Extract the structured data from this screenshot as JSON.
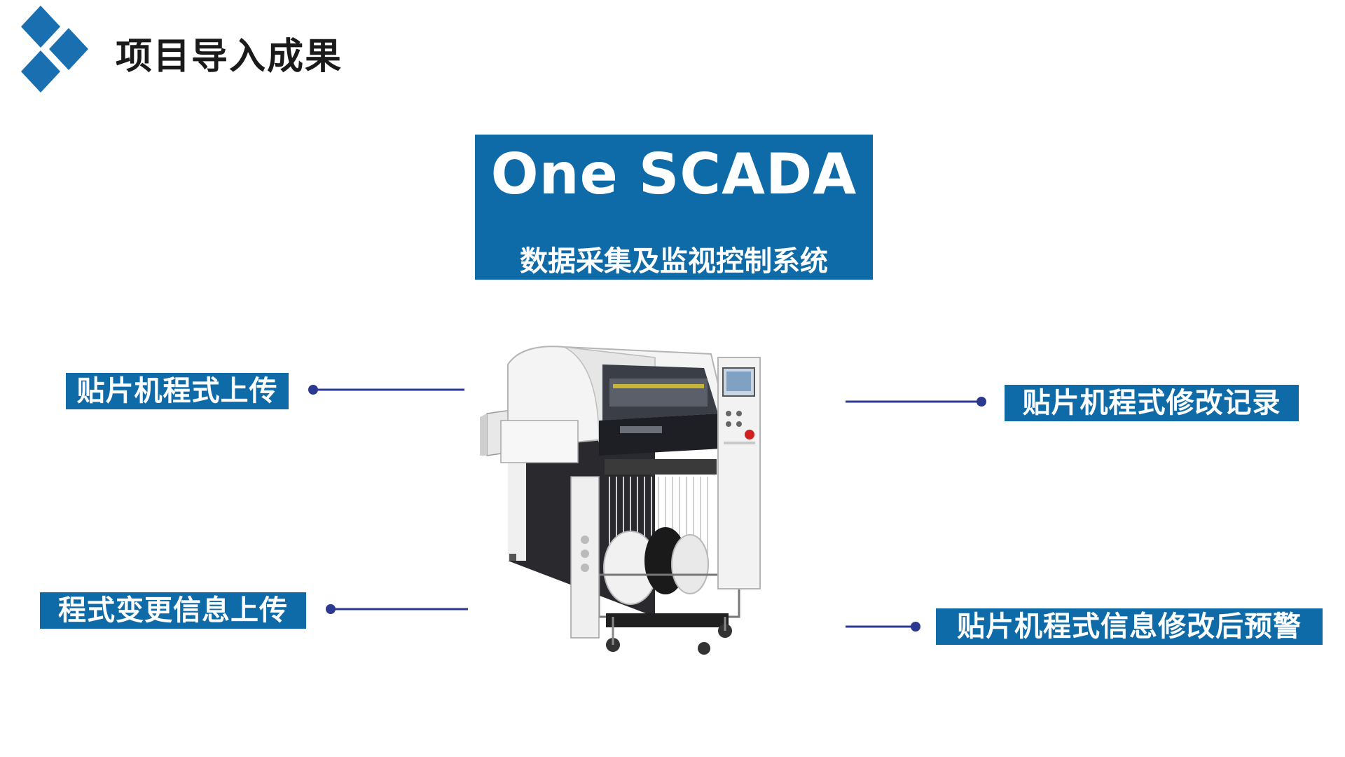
{
  "header": {
    "title": "项目导入成果"
  },
  "hero": {
    "title": "One SCADA",
    "subtitle": "数据采集及监视控制系统"
  },
  "features": {
    "left_top": "贴片机程式上传",
    "left_bottom": "程式变更信息上传",
    "right_top": "贴片机程式修改记录",
    "right_bottom": "贴片机程式信息修改后预警"
  },
  "colors": {
    "brand_blue": "#0f6aa8",
    "connector_navy": "#2b3990",
    "title_text": "#1a1a1a"
  },
  "icons": {
    "logo": "diamond-logo-icon",
    "machine": "smt-pick-and-place-machine-image"
  }
}
